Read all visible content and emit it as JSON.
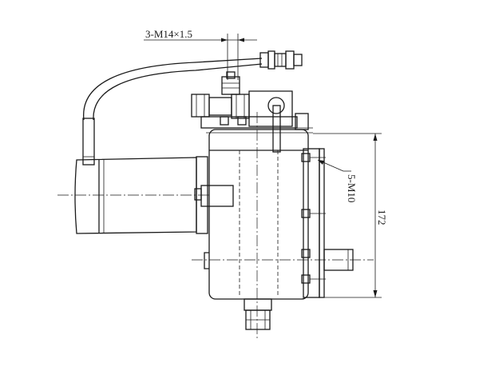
{
  "labels": {
    "thread_callout": "3-M14×1.5",
    "hole_callout": "5-M10",
    "height_dimension": "172"
  }
}
